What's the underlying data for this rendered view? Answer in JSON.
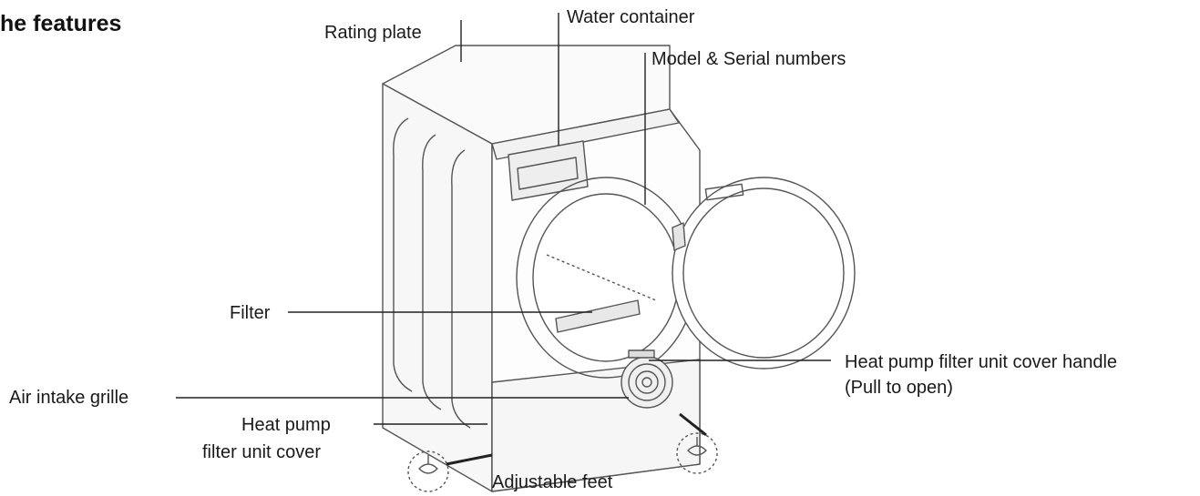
{
  "heading": "he features",
  "labels": {
    "rating_plate": "Rating plate",
    "water_container": "Water container",
    "model_serial": "Model & Serial numbers",
    "filter": "Filter",
    "heat_pump_handle_line1": "Heat pump filter unit cover handle",
    "heat_pump_handle_line2": "(Pull to open)",
    "air_intake": "Air intake grille",
    "heat_pump_cover_line1": "Heat pump",
    "heat_pump_cover_line2": "filter unit cover",
    "adjustable_feet": "Adjustable feet"
  },
  "colors": {
    "line": "#222222",
    "drawing": "#555555",
    "shade": "#f3f3f3"
  }
}
